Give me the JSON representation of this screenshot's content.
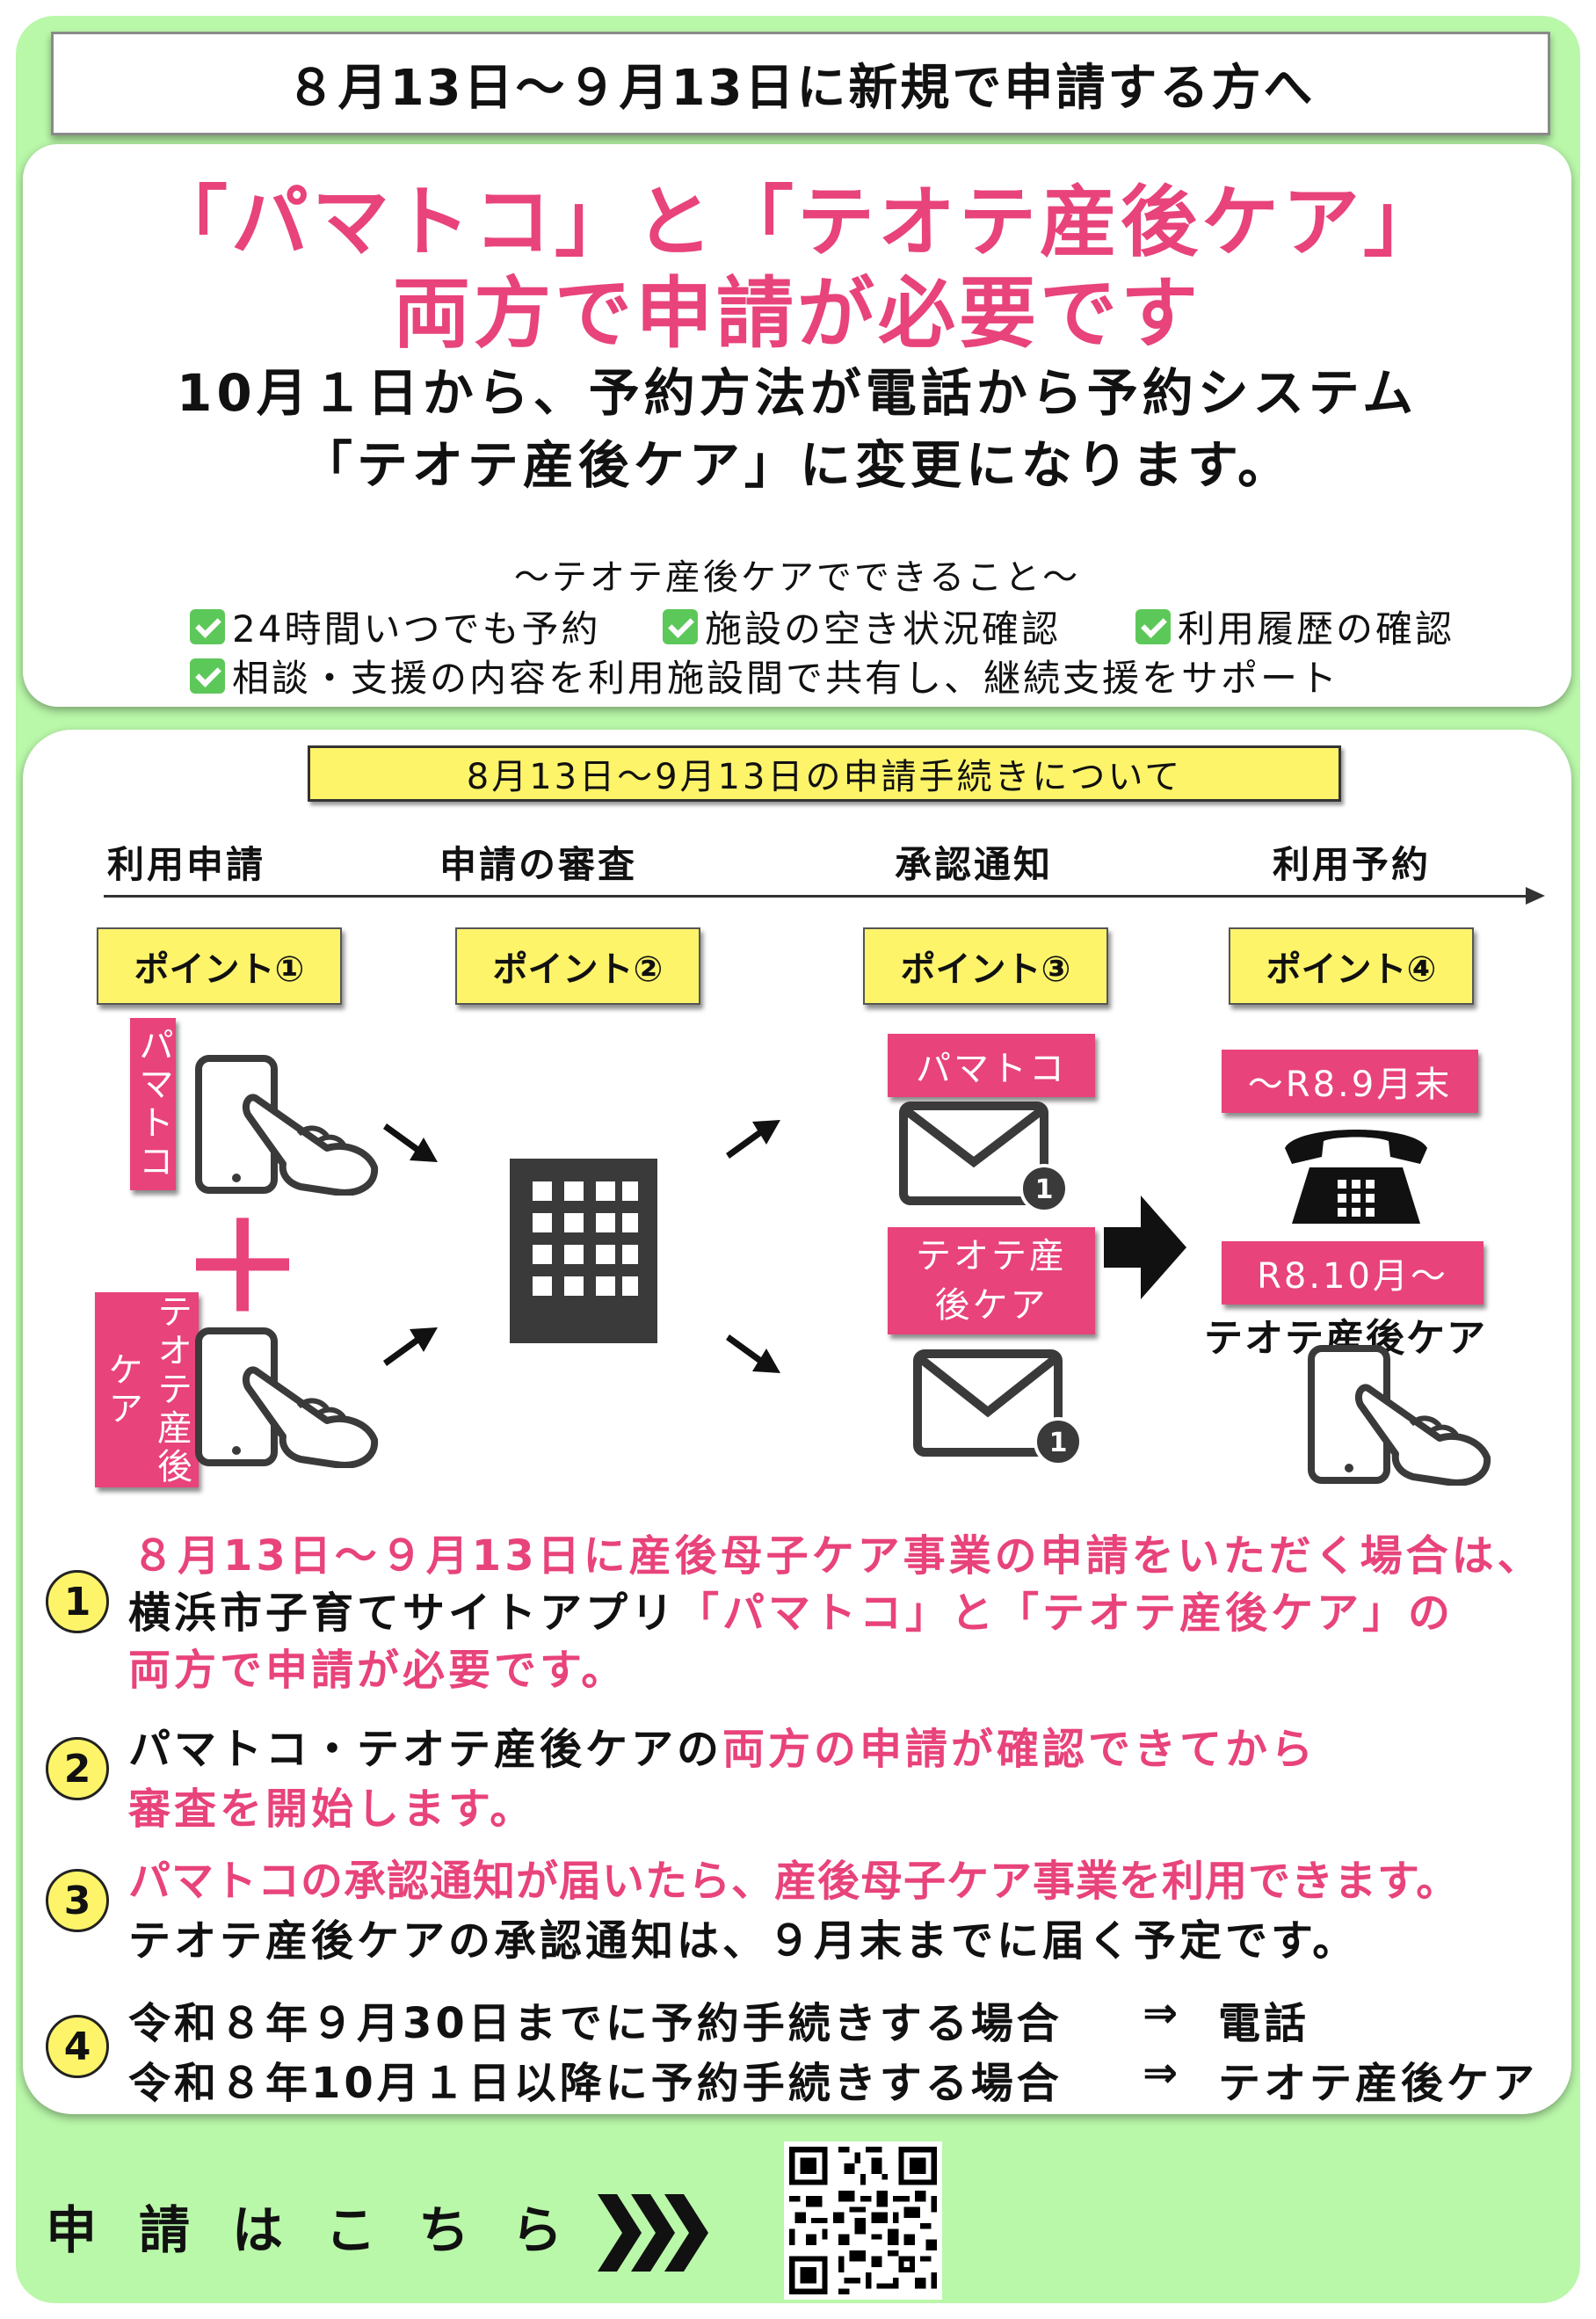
{
  "header": {
    "title": "８月13日～９月13日に新規で申請する方へ"
  },
  "headline": {
    "line1": "「パマトコ」と「テオテ産後ケア」",
    "line2": "両方で申請が必要です",
    "sub1": "10月１日から、予約方法が電話から予約システム",
    "sub2": "「テオテ産後ケア」に変更になります。"
  },
  "features": {
    "title": "～テオテ産後ケアでできること～",
    "items": [
      "24時間いつでも予約",
      "施設の空き状況確認",
      "利用履歴の確認",
      "相談・支援の内容を利用施設間で共有し、継続支援をサポート"
    ]
  },
  "process": {
    "title": "8月13日～9月13日の申請手続きについて",
    "stages": [
      "利用申請",
      "申請の審査",
      "承認通知",
      "利用予約"
    ],
    "points": [
      "ポイント①",
      "ポイント②",
      "ポイント③",
      "ポイント④"
    ],
    "labels": {
      "pamatoko": "パマトコ",
      "teote_vertical": "テオテ産後ケア",
      "plus": "＋",
      "notice_pamatoko": "パマトコ",
      "notice_teote": "テオテ産後ケア",
      "badge_count": "1",
      "until": "～R8.9月末",
      "from": "R8.10月～",
      "teote_system": "テオテ産後ケア"
    }
  },
  "notes": [
    {
      "num": "1",
      "line1": "８月13日～９月13日に産後母子ケア事業の申請をいただく場合は、",
      "line2a": "横浜市子育てサイトアプリ",
      "line2b": "「パマトコ」と「テオテ産後ケア」の",
      "line3": "両方で申請が必要です。"
    },
    {
      "num": "2",
      "line1a": "パマトコ・テオテ産後ケアの",
      "line1b": "両方の申請が確認できてから",
      "line2": "審査を開始します。"
    },
    {
      "num": "3",
      "line1": "パマトコの承認通知が届いたら、産後母子ケア事業を利用できます。",
      "line2": "テオテ産後ケアの承認通知は、９月末までに届く予定です。"
    },
    {
      "num": "4",
      "line1a": "令和８年９月30日までに予約手続きする場合",
      "line1b": "⇒",
      "line1c": "電話",
      "line2a": "令和８年10月１日以降に予約手続きする場合",
      "line2b": "⇒",
      "line2c": "テオテ産後ケア"
    }
  ],
  "footer": {
    "apply_label": "申請はこちら"
  },
  "colors": {
    "background": "#b9f7a9",
    "accent_pink": "#e8437b",
    "yellow": "#fdf46a"
  }
}
